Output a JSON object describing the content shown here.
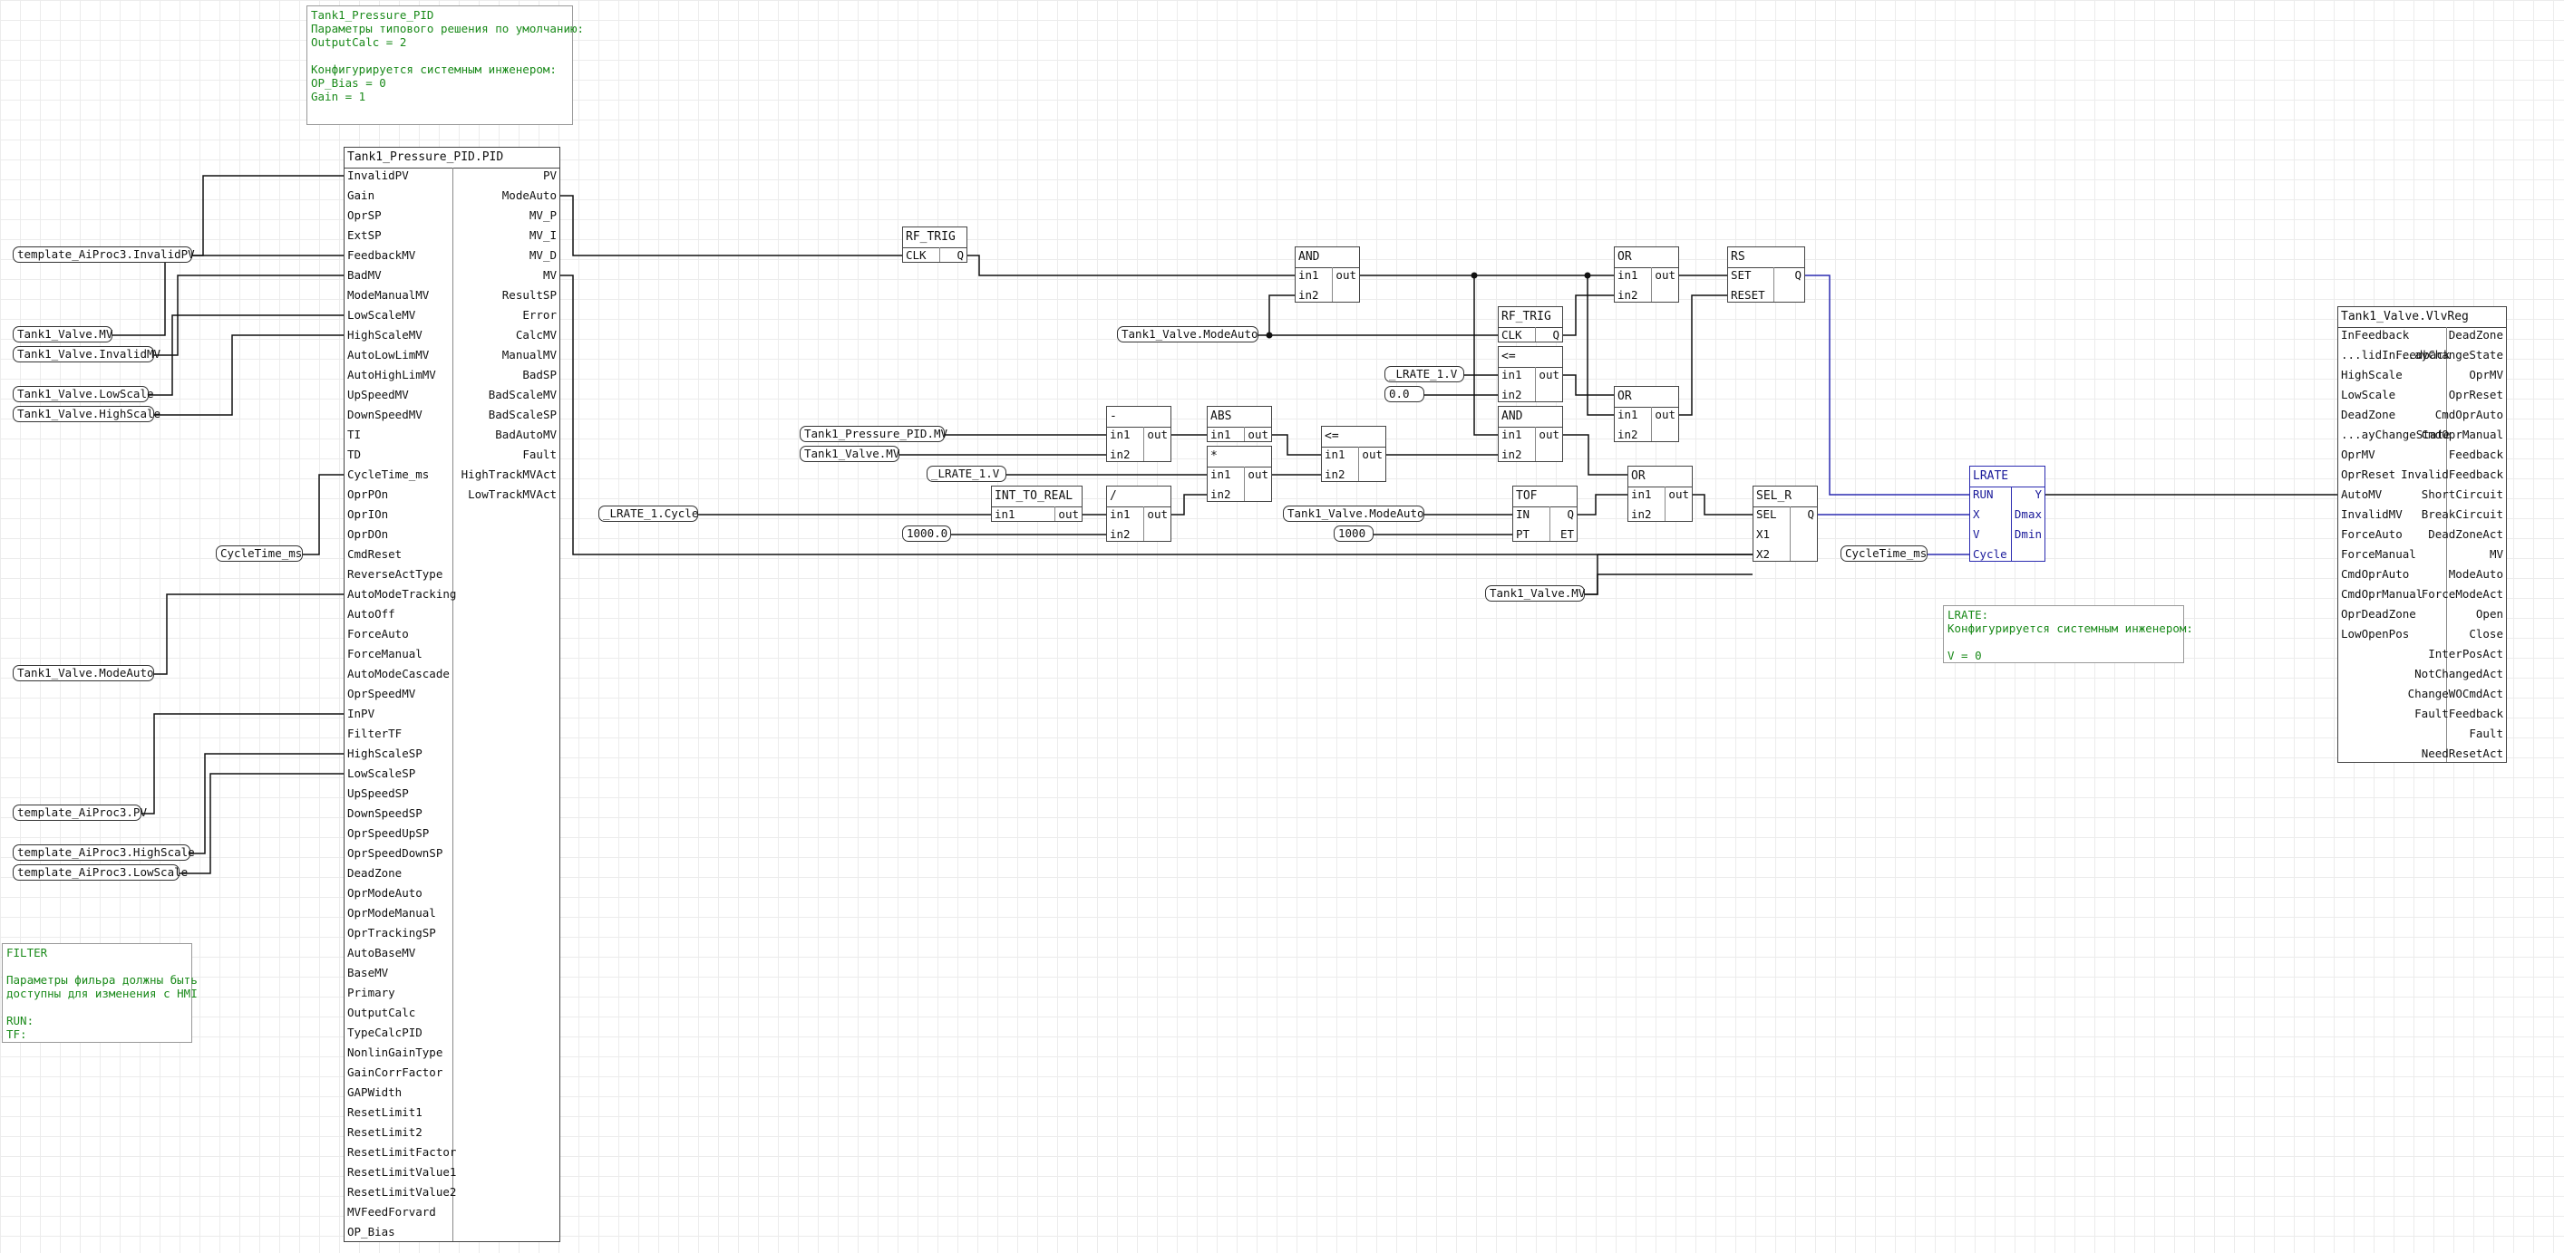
{
  "comments": {
    "pid_defaults": [
      "Tank1_Pressure_PID",
      "Параметры типового решения по умолчанию:",
      "OutputCalc = 2",
      "",
      "Конфигурируется системным инженером:",
      "OP_Bias = 0",
      "Gain = 1"
    ],
    "filter": [
      "FILTER",
      "",
      "Параметры фильра должны быть",
      "доступны для изменения с HMI",
      "",
      "RUN:",
      "TF:"
    ],
    "lrate": [
      "LRATE:",
      "Конфигурируется системным инженером:",
      "",
      "V = 0"
    ]
  },
  "pid_block": {
    "title": "Tank1_Pressure_PID.PID",
    "inputs": [
      "InvalidPV",
      "Gain",
      "OprSP",
      "ExtSP",
      "FeedbackMV",
      "BadMV",
      "ModeManualMV",
      "LowScaleMV",
      "HighScaleMV",
      "AutoLowLimMV",
      "AutoHighLimMV",
      "UpSpeedMV",
      "DownSpeedMV",
      "TI",
      "TD",
      "CycleTime_ms",
      "OprPOn",
      "OprIOn",
      "OprDOn",
      "CmdReset",
      "ReverseActType",
      "AutoModeTracking",
      "AutoOff",
      "ForceAuto",
      "ForceManual",
      "AutoModeCascade",
      "OprSpeedMV",
      "InPV",
      "FilterTF",
      "HighScaleSP",
      "LowScaleSP",
      "UpSpeedSP",
      "DownSpeedSP",
      "OprSpeedUpSP",
      "OprSpeedDownSP",
      "DeadZone",
      "OprModeAuto",
      "OprModeManual",
      "OprTrackingSP",
      "AutoBaseMV",
      "BaseMV",
      "Primary",
      "OutputCalc",
      "TypeCalcPID",
      "NonlinGainType",
      "GainCorrFactor",
      "GAPWidth",
      "ResetLimit1",
      "ResetLimit2",
      "ResetLimitFactor",
      "ResetLimitValue1",
      "ResetLimitValue2",
      "MVFeedForvard",
      "OP_Bias"
    ],
    "outputs": [
      "PV",
      "ModeAuto",
      "MV_P",
      "MV_I",
      "MV_D",
      "MV",
      "ResultSP",
      "Error",
      "CalcMV",
      "ManualMV",
      "BadSP",
      "BadScaleMV",
      "BadScaleSP",
      "BadAutoMV",
      "Fault",
      "HighTrackMVAct",
      "LowTrackMVAct"
    ]
  },
  "vlvreg_block": {
    "title": "Tank1_Valve.VlvReg",
    "inputs": [
      "InFeedback",
      "...lidInFeedback",
      "HighScale",
      "LowScale",
      "DeadZone",
      "...ayChangeState",
      "OprMV",
      "OprReset",
      "AutoMV",
      "InvalidMV",
      "ForceAuto",
      "ForceManual",
      "CmdOprAuto",
      "CmdOprManual",
      "OprDeadZone",
      "LowOpenPos"
    ],
    "outputs": [
      "DeadZone",
      "...ayChangeState",
      "OprMV",
      "OprReset",
      "CmdOprAuto",
      "CmdOprManual",
      "Feedback",
      "InvalidFeedback",
      "ShortCircuit",
      "BreakCircuit",
      "DeadZoneAct",
      "MV",
      "ModeAuto",
      "ForceModeAct",
      "Open",
      "Close",
      "InterPosAct",
      "NotChangedAct",
      "ChangeWOCmdAct",
      "FaultFeedback",
      "Fault",
      "NeedResetAct"
    ]
  },
  "blocks": {
    "rftrig1": {
      "title": "RF_TRIG",
      "inputs": [
        "CLK"
      ],
      "outputs": [
        "Q"
      ]
    },
    "and1": {
      "title": "AND",
      "inputs": [
        "in1",
        "in2"
      ],
      "outputs": [
        "out"
      ]
    },
    "or1": {
      "title": "OR",
      "inputs": [
        "in1",
        "in2"
      ],
      "outputs": [
        "out"
      ]
    },
    "rs": {
      "title": "RS",
      "inputs": [
        "SET",
        "RESET"
      ],
      "outputs": [
        "Q"
      ]
    },
    "rftrig2": {
      "title": "RF_TRIG",
      "inputs": [
        "CLK"
      ],
      "outputs": [
        "Q"
      ]
    },
    "le1": {
      "title": "<=",
      "inputs": [
        "in1",
        "in2"
      ],
      "outputs": [
        "out"
      ]
    },
    "or2": {
      "title": "OR",
      "inputs": [
        "in1",
        "in2"
      ],
      "outputs": [
        "out"
      ]
    },
    "and2": {
      "title": "AND",
      "inputs": [
        "in1",
        "in2"
      ],
      "outputs": [
        "out"
      ]
    },
    "sub": {
      "title": "-",
      "inputs": [
        "in1",
        "in2"
      ],
      "outputs": [
        "out"
      ]
    },
    "abs": {
      "title": "ABS",
      "inputs": [
        "in1"
      ],
      "outputs": [
        "out"
      ]
    },
    "le2": {
      "title": "<=",
      "inputs": [
        "in1",
        "in2"
      ],
      "outputs": [
        "out"
      ]
    },
    "mul": {
      "title": "*",
      "inputs": [
        "in1",
        "in2"
      ],
      "outputs": [
        "out"
      ]
    },
    "itr": {
      "title": "INT_TO_REAL",
      "inputs": [
        "in1"
      ],
      "outputs": [
        "out"
      ]
    },
    "div": {
      "title": "/",
      "inputs": [
        "in1",
        "in2"
      ],
      "outputs": [
        "out"
      ]
    },
    "tof": {
      "title": "TOF",
      "inputs": [
        "IN",
        "PT"
      ],
      "outputs": [
        "Q",
        "ET"
      ]
    },
    "or3": {
      "title": "OR",
      "inputs": [
        "in1",
        "in2"
      ],
      "outputs": [
        "out"
      ]
    },
    "sel": {
      "title": "SEL_R",
      "inputs": [
        "SEL",
        "X1",
        "X2"
      ],
      "outputs": [
        "Q"
      ]
    },
    "lrate": {
      "title": "LRATE",
      "inputs": [
        "RUN",
        "X",
        "V",
        "Cycle"
      ],
      "outputs": [
        "Y",
        "Dmax",
        "Dmin"
      ]
    }
  },
  "variables": {
    "v_invalidpv": "template_AiProc3.InvalidPV",
    "v_valve_mv": "Tank1_Valve.MV",
    "v_valve_invalidmv": "Tank1_Valve.InvalidMV",
    "v_valve_lowscale": "Tank1_Valve.LowScale",
    "v_valve_highscale": "Tank1_Valve.HighScale",
    "v_cycletime": "CycleTime_ms",
    "v_valve_modeauto": "Tank1_Valve.ModeAuto",
    "v_ai_pv": "template_AiProc3.PV",
    "v_ai_highscale": "template_AiProc3.HighScale",
    "v_ai_lowscale": "template_AiProc3.LowScale",
    "v_modeauto2": "Tank1_Valve.ModeAuto",
    "v_lrate_v1": "_LRATE_1.V",
    "v_zero": "0.0",
    "v_pid_mv": "Tank1_Pressure_PID.MV",
    "v_valve_mv2": "Tank1_Valve.MV",
    "v_lrate_v2": "_LRATE_1.V",
    "v_lrate_cycle": "_LRATE_1.Cycle",
    "v_1000r": "1000.0",
    "v_modeauto3": "Tank1_Valve.ModeAuto",
    "v_1000": "1000",
    "v_valve_mv3": "Tank1_Valve.MV",
    "v_cycletime2": "CycleTime_ms"
  },
  "colors": {
    "wire": "#111111",
    "lrate_wire": "#2b2bb0",
    "comment_text": "#1a8a1a",
    "grid": "#ececec"
  }
}
